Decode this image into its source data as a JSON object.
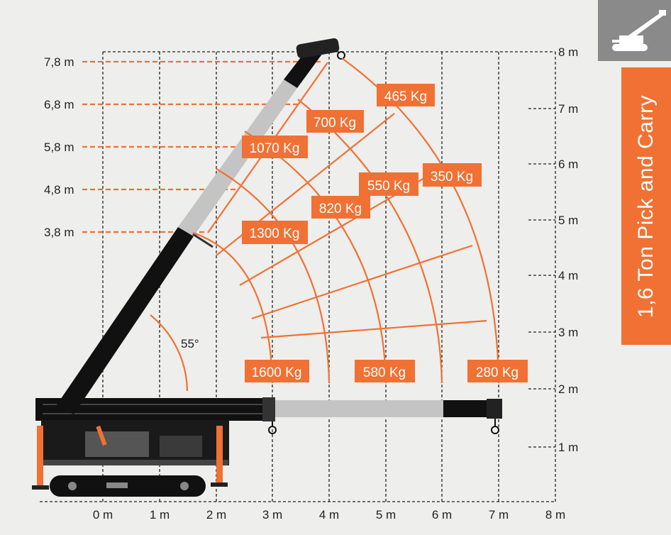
{
  "title": "1,6 Ton Pick and Carry",
  "colors": {
    "accent": "#f07133",
    "grid": "#222222",
    "boom": "#111111",
    "boom_ext": "#c4c4c4",
    "background": "#eeeeec"
  },
  "icon": "crane-icon",
  "x_axis": {
    "ticks": [
      "0 m",
      "1 m",
      "2 m",
      "3 m",
      "4 m",
      "5 m",
      "6 m",
      "7 m",
      "8 m"
    ]
  },
  "y_axis_right": {
    "ticks": [
      "1 m",
      "2 m",
      "3 m",
      "4 m",
      "5 m",
      "6 m",
      "7 m",
      "8 m"
    ]
  },
  "y_axis_left": {
    "ticks": [
      "3,8 m",
      "4,8 m",
      "5,8 m",
      "6,8 m",
      "7,8 m"
    ]
  },
  "boom_angle_label": "55°",
  "loads": [
    "465 Kg",
    "700 Kg",
    "1070 Kg",
    "350 Kg",
    "550 Kg",
    "820 Kg",
    "1300 Kg",
    "1600 Kg",
    "580 Kg",
    "280 Kg"
  ]
}
